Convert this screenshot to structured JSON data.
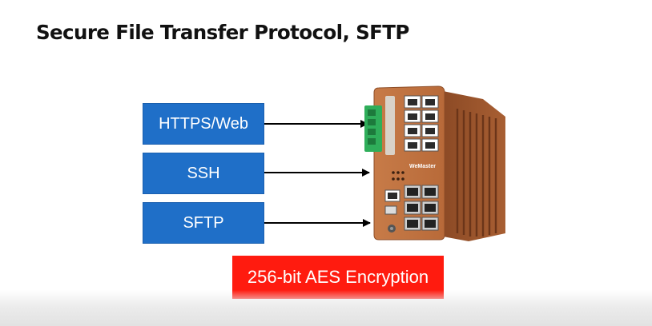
{
  "slide": {
    "title": "Secure File Transfer Protocol, SFTP",
    "protocols": [
      {
        "label": "HTTPS/Web"
      },
      {
        "label": "SSH"
      },
      {
        "label": "SFTP"
      }
    ],
    "encryption_label": "256-bit AES Encryption",
    "device_brand_text": "WeMaster"
  },
  "colors": {
    "protocol_box": "#1f6fc8",
    "encryption_box": "#ff1b0f",
    "device_body": "#b8683a"
  },
  "icons": {
    "device": "industrial-ethernet-switch"
  }
}
